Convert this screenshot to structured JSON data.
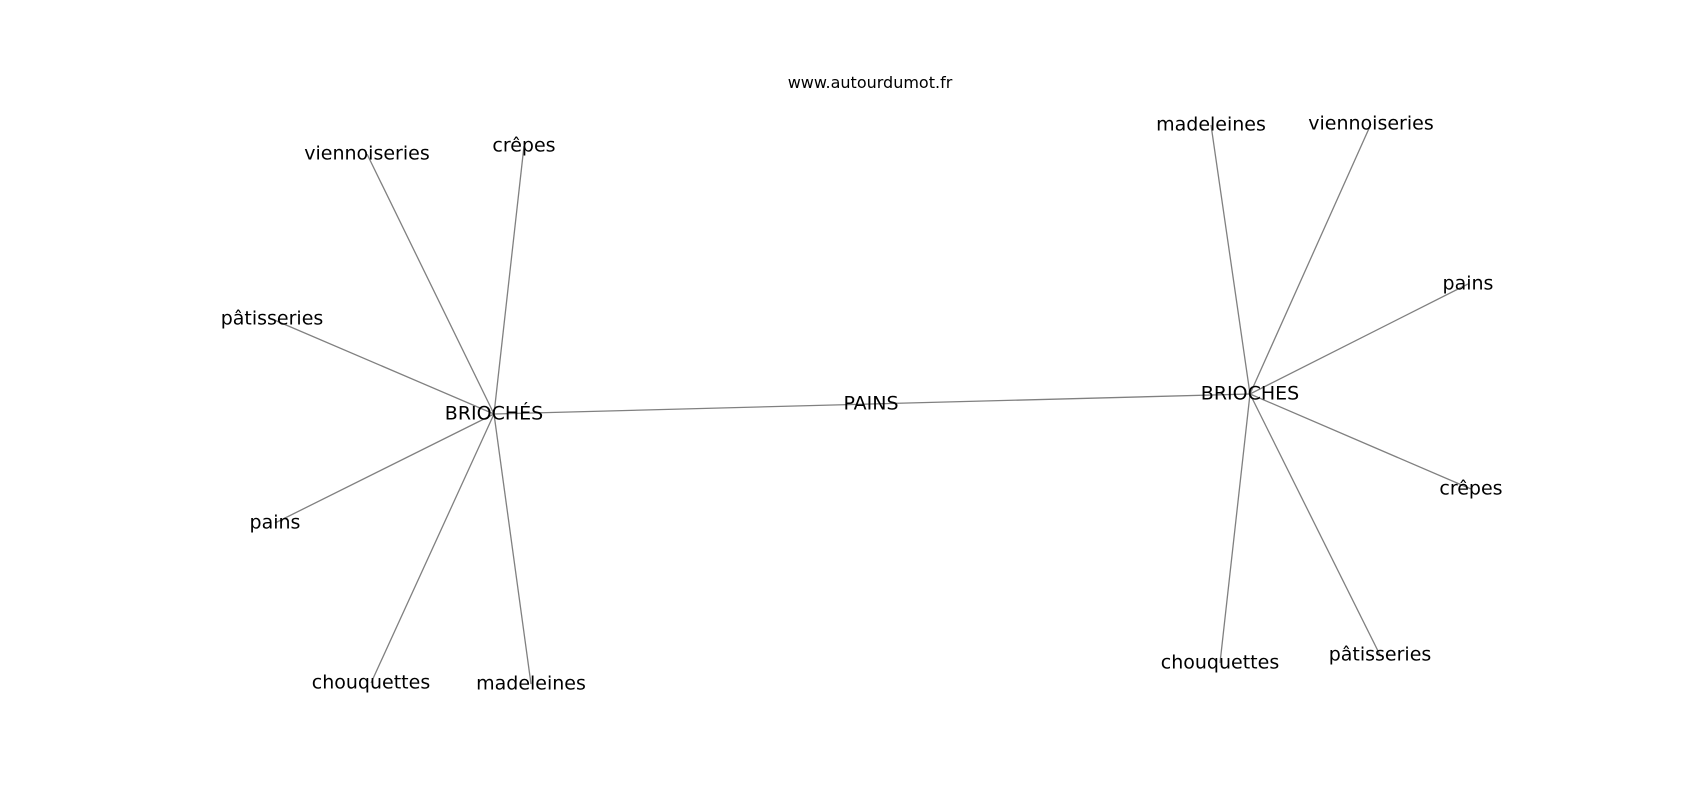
{
  "watermark": "www.autourdumot.fr",
  "graph": {
    "center": {
      "id": "center",
      "label": "PAINS"
    },
    "hubs": [
      {
        "id": "hub-left",
        "label": "BRIOCHÉS",
        "neighbors": [
          "viennoiseries",
          "crêpes",
          "pâtisseries",
          "pains",
          "chouquettes",
          "madeleines"
        ]
      },
      {
        "id": "hub-right",
        "label": "BRIOCHES",
        "neighbors": [
          "madeleines",
          "viennoiseries",
          "pains",
          "crêpes",
          "pâtisseries",
          "chouquettes"
        ]
      }
    ]
  }
}
